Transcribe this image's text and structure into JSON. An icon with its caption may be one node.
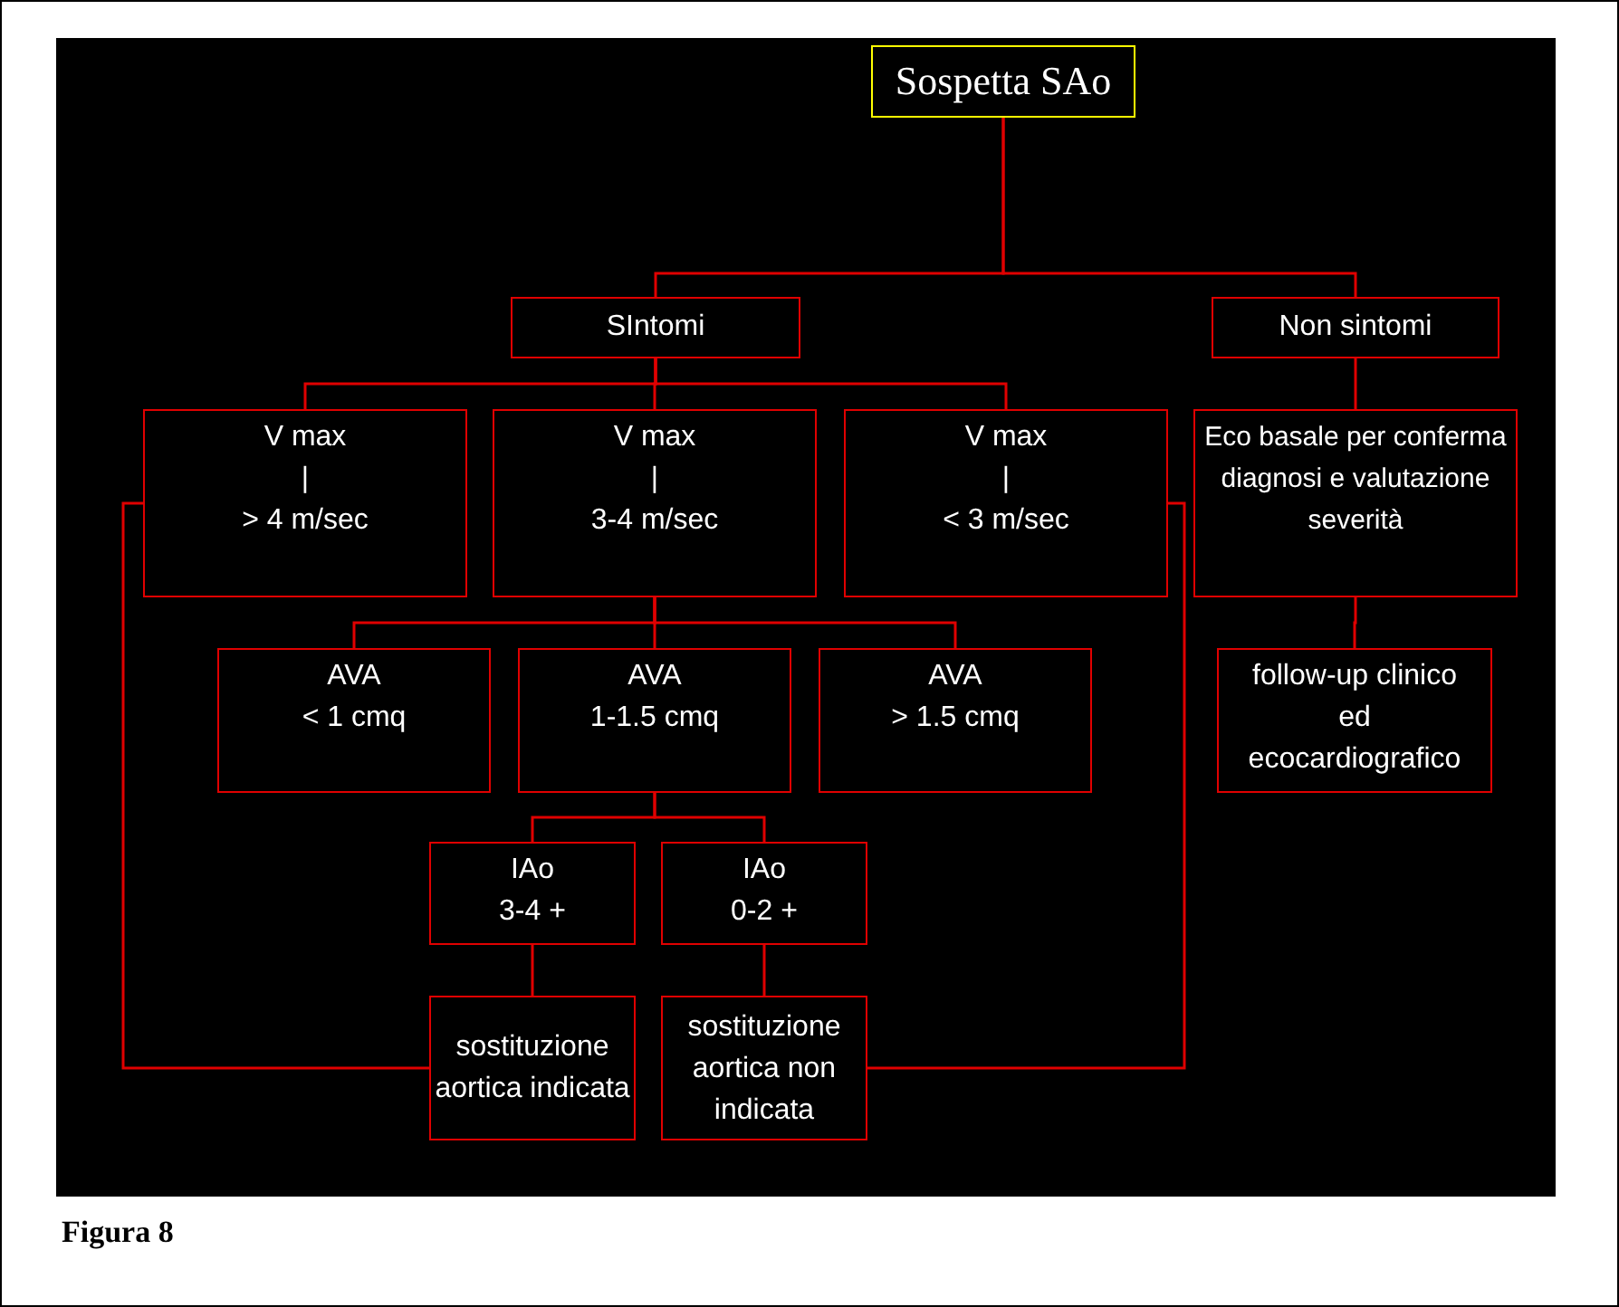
{
  "diagram": {
    "caption": "Figura 8",
    "nodes": [
      {
        "text": [
          "Sospetta SAo"
        ]
      },
      {
        "text": [
          "SIntomi"
        ]
      },
      {
        "text": [
          "Non sintomi"
        ]
      },
      {
        "text": [
          "V max",
          "|",
          "> 4 m/sec"
        ]
      },
      {
        "text": [
          "V max",
          "|",
          "3-4 m/sec"
        ]
      },
      {
        "text": [
          "V max",
          "|",
          "< 3 m/sec"
        ]
      },
      {
        "text": [
          "Eco basale per conferma diagnosi e valutazione severità"
        ]
      },
      {
        "text": [
          "AVA",
          "< 1 cmq"
        ]
      },
      {
        "text": [
          "AVA",
          "1-1.5 cmq"
        ]
      },
      {
        "text": [
          "AVA",
          "> 1.5 cmq"
        ]
      },
      {
        "text": [
          "follow-up clinico ed ecocardiografico"
        ]
      },
      {
        "text": [
          "IAo",
          "3-4 +"
        ]
      },
      {
        "text": [
          "IAo",
          "0-2 +"
        ]
      },
      {
        "text": [
          "sostituzione aortica indicata"
        ]
      },
      {
        "text": [
          "sostituzione aortica non indicata"
        ]
      }
    ],
    "edges": [
      {
        "from": 0,
        "to": 1,
        "arrow": "none"
      },
      {
        "from": 0,
        "to": 2,
        "arrow": "none"
      },
      {
        "from": 1,
        "to": 3,
        "arrow": "none"
      },
      {
        "from": 1,
        "to": 4,
        "arrow": "none"
      },
      {
        "from": 1,
        "to": 5,
        "arrow": "none"
      },
      {
        "from": 2,
        "to": 6,
        "arrow": "none"
      },
      {
        "from": 4,
        "to": 7,
        "arrow": "none"
      },
      {
        "from": 4,
        "to": 8,
        "arrow": "none"
      },
      {
        "from": 4,
        "to": 9,
        "arrow": "none"
      },
      {
        "from": 6,
        "to": 10,
        "arrow": "none"
      },
      {
        "from": 8,
        "to": 11,
        "arrow": "none"
      },
      {
        "from": 8,
        "to": 12,
        "arrow": "none"
      },
      {
        "from": 11,
        "to": 13,
        "arrow": "none"
      },
      {
        "from": 12,
        "to": 14,
        "arrow": "none"
      },
      {
        "from": 3,
        "to": 13,
        "arrow": "none"
      },
      {
        "from": 5,
        "to": 14,
        "arrow": "none"
      }
    ]
  }
}
